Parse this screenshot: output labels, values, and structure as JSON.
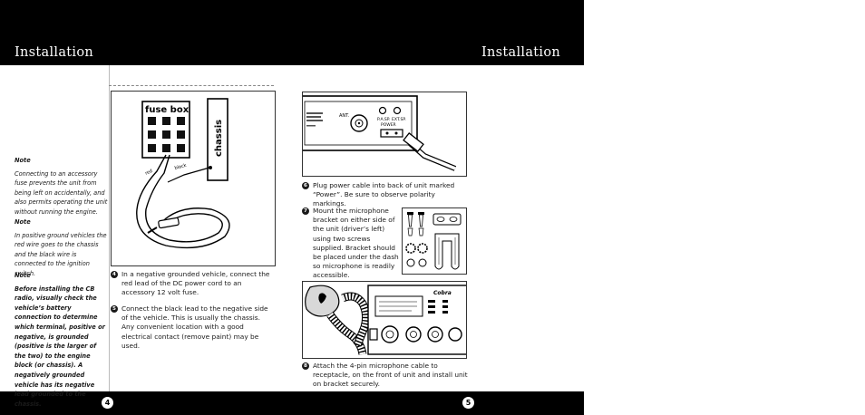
{
  "header": {
    "left_title": "Installation",
    "right_title": "Installation"
  },
  "footer": {
    "left_page": "4",
    "right_page": "5"
  },
  "notes": [
    {
      "heading": "Note",
      "text": "Connecting to an accessory fuse prevents the unit from being left on accidentally, and also permits operating the unit without running the engine."
    },
    {
      "heading": "Note",
      "text": "In positive ground vehicles the red wire goes to the chassis and the black wire is connected to the ignition switch."
    },
    {
      "heading": "Note",
      "text": "Before installing the CB radio, visually check the vehicle’s battery connection to determine which terminal, positive or negative, is grounded (positive is the larger of the two) to the engine block (or chassis). A negatively grounded vehicle has its negative lead grounded to the chassis."
    }
  ],
  "figure_fuse": {
    "fuse_box_label": "fuse box",
    "chassis_label": "chassis",
    "red_label": "red",
    "black_label": "black"
  },
  "figure_back": {
    "ant_label": "ANT.",
    "pa_label": "P.A.SP.",
    "ext_label": "EXT.SP.",
    "power_label": "POWER"
  },
  "figure_front": {
    "brand_label": "Cobra"
  },
  "steps": [
    {
      "num": "4",
      "text": "In a negative grounded vehicle, connect the red lead of the DC power cord to an accessory 12 volt fuse."
    },
    {
      "num": "5",
      "text": "Connect the black lead to the negative side of the vehicle. This is usually the chassis. Any convenient location with a good electrical contact (remove paint) may be used."
    },
    {
      "num": "6",
      "text": "Plug power cable into back of unit marked “Power”. Be sure to observe polarity markings."
    },
    {
      "num": "7",
      "text": "Mount the microphone bracket on either side of the unit (driver’s left) using two screws supplied. Bracket should be placed under the dash so microphone is readily accessible."
    },
    {
      "num": "8",
      "text": "Attach the 4-pin microphone cable to receptacle, on the front of unit and install unit on bracket securely."
    }
  ]
}
